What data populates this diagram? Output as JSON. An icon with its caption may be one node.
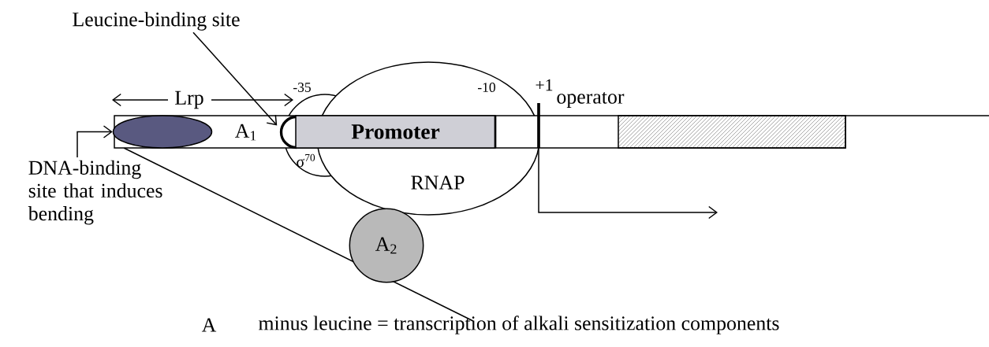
{
  "diagram": {
    "nodes": [
      {
        "text": [
          "Leucine-binding site"
        ]
      },
      {
        "text": [],
        "shape": "ellipse"
      },
      {
        "text": [],
        "shape": "circle"
      },
      {
        "text": [
          "Promoter"
        ]
      },
      {
        "text": [
          "RNAP"
        ]
      },
      {
        "text": [
          "σ$^{70}$"
        ]
      },
      {
        "text": [],
        "shape": "box"
      },
      {
        "text": [
          "DNA-binding site that induces bending"
        ]
      },
      {
        "text": [
          "A$_{2}$"
        ]
      }
    ],
    "edges": [
      {
        "from": 0,
        "to": 2,
        "arrow": "to"
      },
      {
        "from": 7,
        "to": 1,
        "arrow": "to"
      }
    ],
    "labels": [
      "Lrp",
      "A$_{1}$",
      "-35",
      "-10",
      "+1",
      "operator",
      "A",
      "minus leucine = transcription of alkali sensitization components"
    ]
  }
}
